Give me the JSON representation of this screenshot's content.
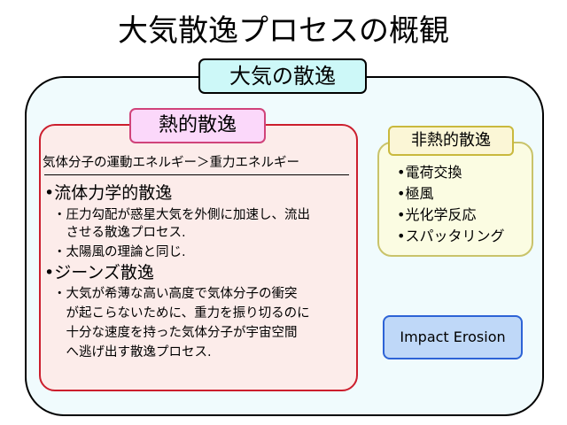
{
  "title": "大気散逸プロセスの概観",
  "outer": {
    "label": "大気の散逸"
  },
  "thermal": {
    "label": "熱的散逸",
    "subhead": "気体分子の運動エネルギー＞重力エネルギー",
    "sections": [
      {
        "heading": "•流体力学的散逸",
        "notes": [
          "・圧力勾配が惑星大気を外側に加速し、流出",
          "　させる散逸プロセス.",
          "・太陽風の理論と同じ."
        ]
      },
      {
        "heading": "•ジーンズ散逸",
        "notes": [
          "・大気が希薄な高い高度で気体分子の衝突",
          "　が起こらないために、重力を振り切るのに",
          "　十分な速度を持った気体分子が宇宙空間",
          "　へ逃げ出す散逸プロセス."
        ]
      }
    ]
  },
  "nonthermal": {
    "label": "非熱的散逸",
    "items": [
      "•電荷交換",
      "•極風",
      "•光化学反応",
      "•スパッタリング"
    ]
  },
  "impact": {
    "label": "Impact Erosion"
  }
}
